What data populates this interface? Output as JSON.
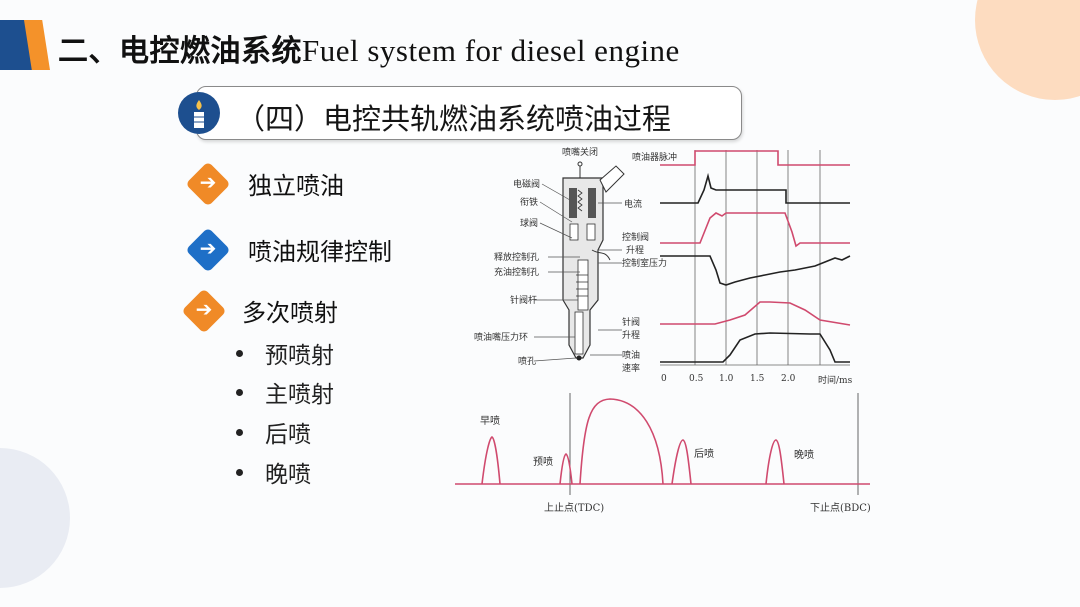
{
  "title": {
    "zh": "二、电控燃油系统",
    "en": "Fuel system for  diesel engine"
  },
  "subtitle": "（四）电控共轨燃油系统喷油过程",
  "bullets": [
    {
      "label": "独立喷油",
      "icon": "arrow-right-icon",
      "color": "#f08a27"
    },
    {
      "label": "喷油规律控制",
      "icon": "arrow-right-icon",
      "color": "#1e6fc7"
    },
    {
      "label": "多次喷射",
      "icon": "arrow-right-icon",
      "color": "#f08a27"
    }
  ],
  "sub_bullets": [
    "预喷射",
    "主喷射",
    "后喷",
    "晚喷"
  ],
  "injector_labels": {
    "top": "喷嘴关闭",
    "solenoid": "电磁阀",
    "armature": "衔铁",
    "ball_valve": "球阀",
    "release_orifice": "释放控制孔",
    "fill_orifice": "充油控制孔",
    "needle_rod": "针阀杆",
    "pressure_ring": "喷油嘴压力环",
    "nozzle_hole": "喷孔"
  },
  "timing_chart": {
    "signals": [
      {
        "label": "喷油器脉冲",
        "color": "#d04a6e"
      },
      {
        "label": "电流",
        "color": "#222222"
      },
      {
        "label": "控制阀升程",
        "label_lines": [
          "控制阀",
          "升程"
        ],
        "color": "#d04a6e"
      },
      {
        "label": "控制室压力",
        "color": "#222222"
      },
      {
        "label": "针阀升程",
        "label_lines": [
          "针阀",
          "升程"
        ],
        "color": "#d04a6e"
      },
      {
        "label": "喷油速率",
        "label_lines": [
          "喷油",
          "速率"
        ],
        "color": "#222222"
      }
    ],
    "x_ticks": [
      "0",
      "0.5",
      "1.0",
      "1.5",
      "2.0"
    ],
    "x_label": "时间/ms"
  },
  "injection_chart": {
    "events": [
      "早喷",
      "预喷",
      "后喷",
      "晚喷"
    ],
    "tdc_label": "上止点(TDC)",
    "bdc_label": "下止点(BDC)"
  },
  "colors": {
    "navy": "#1d4f8f",
    "orange": "#f08a27",
    "blue": "#1e6fc7",
    "curve_pink": "#d04a6e",
    "deco_peach": "#fddcc0"
  }
}
